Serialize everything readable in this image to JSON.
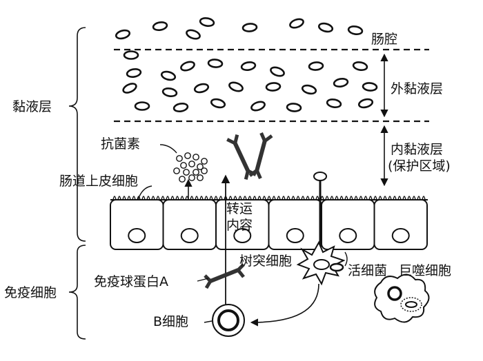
{
  "colors": {
    "ink": "#111111",
    "background": "#ffffff",
    "antibody_fill": "#444444"
  },
  "labels": {
    "mucus_layer": "黏液层",
    "immune_cells": "免疫细胞",
    "lumen": "肠腔",
    "outer_mucus": "外黏液层",
    "inner_mucus_line1": "内黏液层",
    "inner_mucus_line2": "(保护区域)",
    "antibiotic": "抗菌素",
    "epithelial_cells": "肠道上皮细胞",
    "transport_line1": "转运",
    "transport_line2": "内容",
    "dendritic_cell": "树突细胞",
    "live_bacteria": "活细菌",
    "macrophage": "巨噬细胞",
    "immunoglobulin_a": "免疫球蛋白A",
    "b_cell": "B细胞"
  }
}
